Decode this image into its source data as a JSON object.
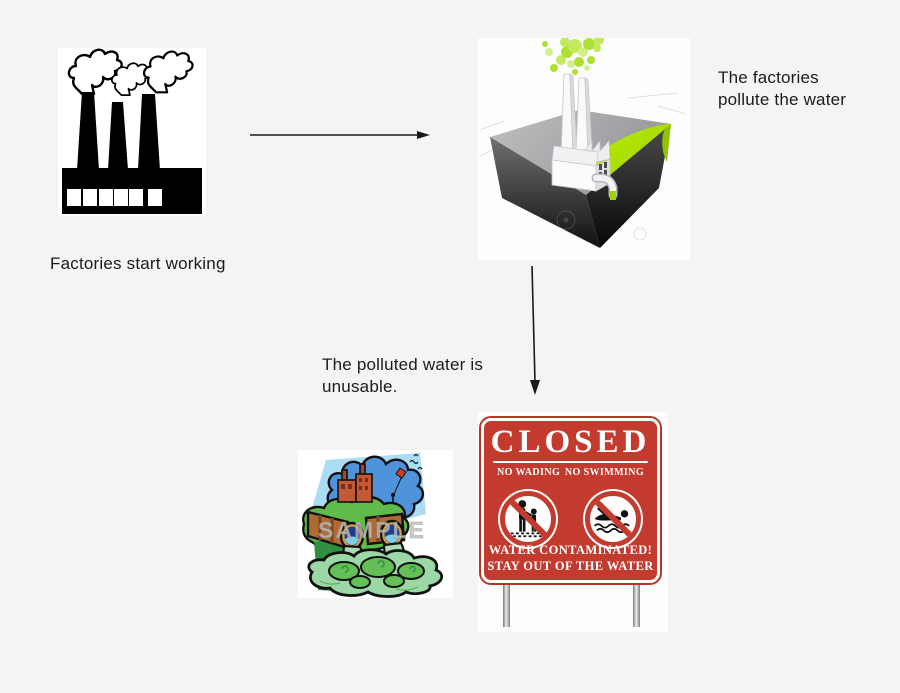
{
  "page": {
    "background": "#f5f4f3"
  },
  "captions": {
    "step1": "Factories start working",
    "step2": "The factories pollute the water",
    "step3": "The polluted water is unusable."
  },
  "images": {
    "factory_clipart": {
      "alt": "black factory silhouette with three smoking chimneys"
    },
    "pollution_diagram": {
      "alt": "3d cube diagram of factory polluting ground water",
      "pollution_green": "#a9dd00",
      "smoke_green": "#b5e54a"
    },
    "sewage_clipart": {
      "alt": "cartoon sewage pipes dumping green waste into water",
      "watermark": "SAMPLE"
    },
    "closed_sign": {
      "alt": "red warning sign on two posts",
      "title": "CLOSED",
      "no_wading_label": "NO WADING",
      "no_swimming_label": "NO SWIMMING",
      "warning_line1": "WATER CONTAMINATED!",
      "warning_line2": "STAY OUT OF THE WATER",
      "red": "#c23b2e"
    }
  }
}
